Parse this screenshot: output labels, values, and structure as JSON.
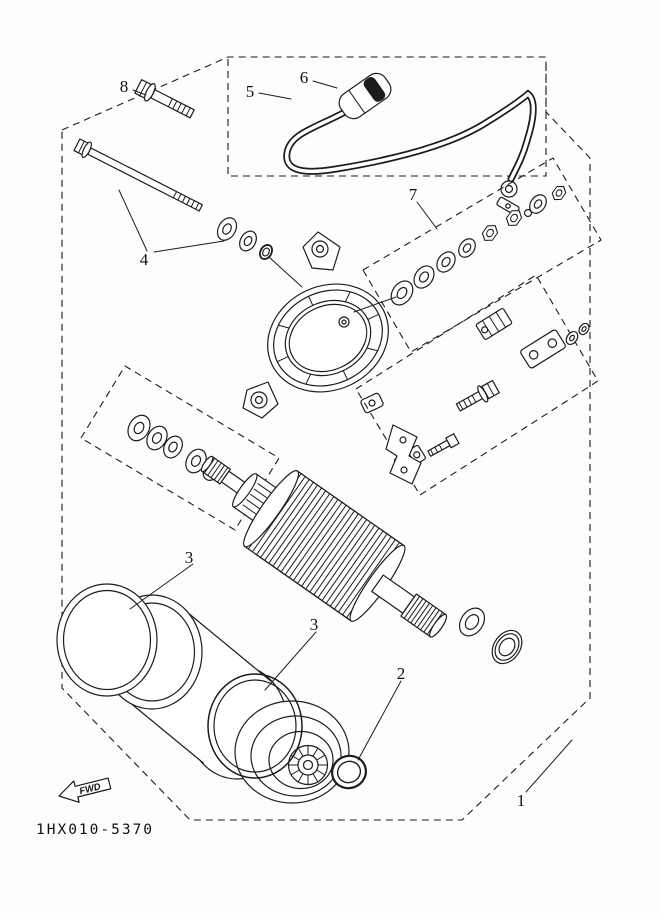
{
  "diagram": {
    "catalog_code": "1HX010-5370",
    "fwd_label": "FWD",
    "part_labels": {
      "p1": "1",
      "p2": "2",
      "p3a": "3",
      "p3b": "3",
      "p4": "4",
      "p5": "5",
      "p6": "6",
      "p7": "7",
      "p8": "8"
    }
  }
}
